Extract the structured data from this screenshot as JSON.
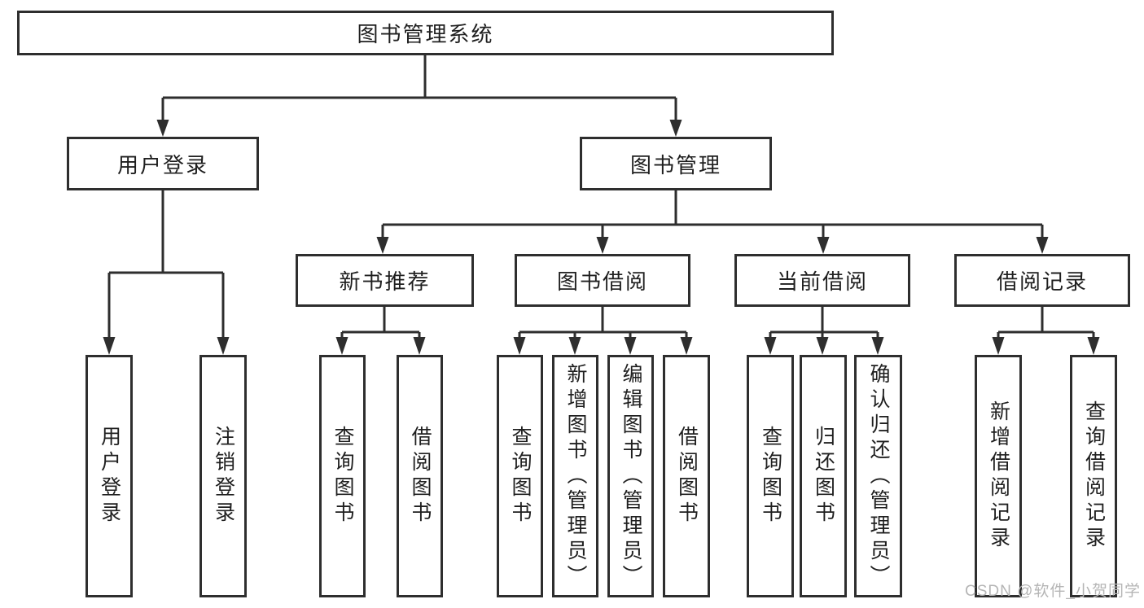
{
  "diagram": {
    "title": "图书管理系统",
    "user_login": {
      "label": "用户登录",
      "children": [
        "用户登录",
        "注销登录"
      ]
    },
    "book_management": {
      "label": "图书管理",
      "sections": [
        {
          "label": "新书推荐",
          "children": [
            "查询图书",
            "借阅图书"
          ]
        },
        {
          "label": "图书借阅",
          "children": [
            "查询图书",
            "新增图书（管理员）",
            "编辑图书（管理员）",
            "借阅图书"
          ]
        },
        {
          "label": "当前借阅",
          "children": [
            "查询图书",
            "归还图书",
            "确认归还（管理员）"
          ]
        },
        {
          "label": "借阅记录",
          "children": [
            "新增借阅记录",
            "查询借阅记录"
          ]
        }
      ]
    }
  },
  "watermark": "CSDN @软件_小贺同学",
  "colors": {
    "line": "#2e2e2e",
    "text": "#1f1f1f",
    "watermark": "#b5b5b5",
    "background": "#ffffff"
  }
}
